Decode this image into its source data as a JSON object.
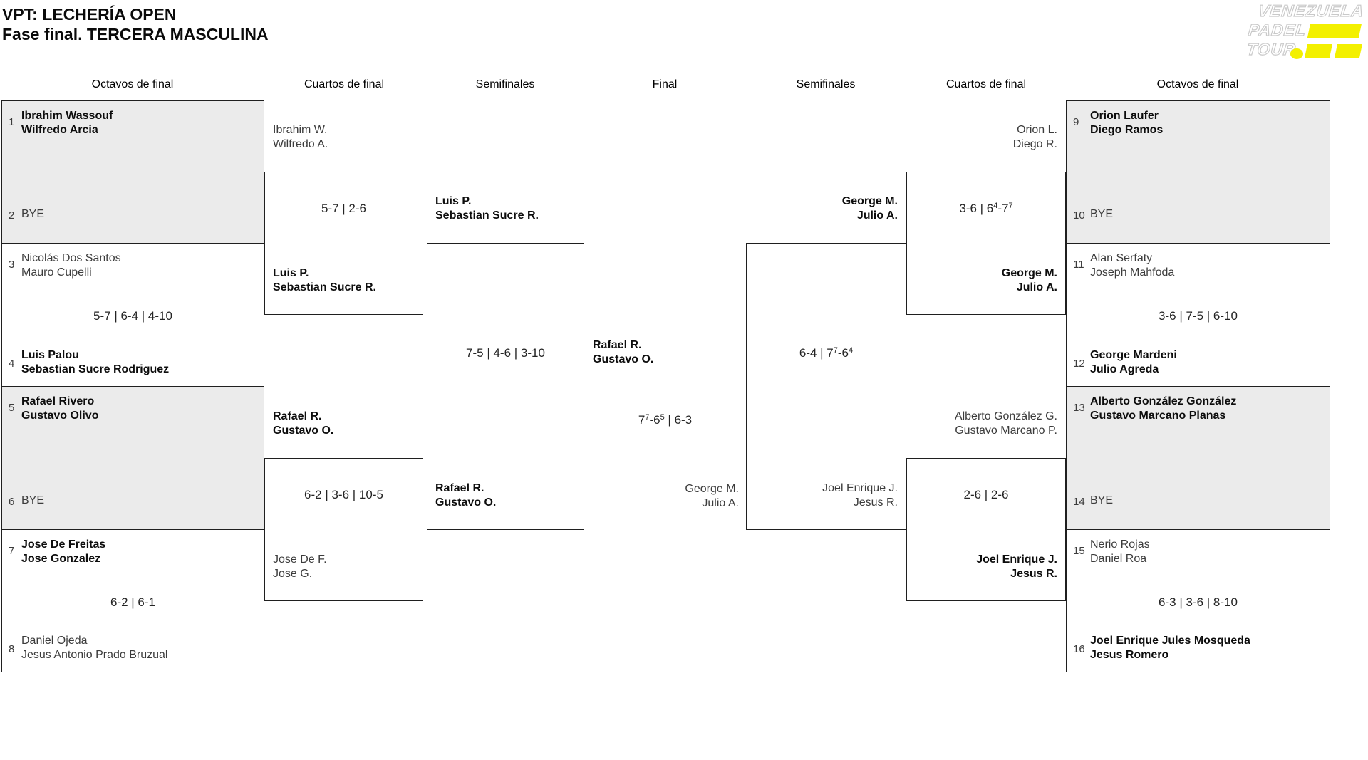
{
  "header": {
    "title_line1": "VPT: LECHERÍA OPEN",
    "title_line2": "Fase final. TERCERA MASCULINA"
  },
  "logo": {
    "line1": "VENEZUELA",
    "line2": "PADEL",
    "line3": "TOUR",
    "accent_color": "#f3f000"
  },
  "columns": [
    "Octavos de final",
    "Cuartos de final",
    "Semifinales",
    "Final",
    "Semifinales",
    "Cuartos de final",
    "Octavos de final"
  ],
  "bracket": {
    "r16_left": [
      {
        "seed_top": "1",
        "team_top": [
          "Ibrahim Wassouf",
          "Wilfredo Arcia"
        ],
        "score": "",
        "seed_bottom": "2",
        "team_bottom": [
          "BYE"
        ]
      },
      {
        "seed_top": "3",
        "team_top": [
          "Nicolás Dos Santos",
          "Mauro Cupelli"
        ],
        "score": "5-7 | 6-4 | 4-10",
        "seed_bottom": "4",
        "team_bottom": [
          "Luis Palou",
          "Sebastian Sucre Rodriguez"
        ]
      },
      {
        "seed_top": "5",
        "team_top": [
          "Rafael Rivero",
          "Gustavo Olivo"
        ],
        "score": "",
        "seed_bottom": "6",
        "team_bottom": [
          "BYE"
        ]
      },
      {
        "seed_top": "7",
        "team_top": [
          "Jose De Freitas",
          "Jose Gonzalez"
        ],
        "score": "6-2 | 6-1",
        "seed_bottom": "8",
        "team_bottom": [
          "Daniel Ojeda",
          "Jesus Antonio Prado Bruzual"
        ]
      }
    ],
    "r16_right": [
      {
        "seed_top": "9",
        "team_top": [
          "Orion Laufer",
          "Diego Ramos"
        ],
        "score": "",
        "seed_bottom": "10",
        "team_bottom": [
          "BYE"
        ]
      },
      {
        "seed_top": "11",
        "team_top": [
          "Alan Serfaty",
          "Joseph Mahfoda"
        ],
        "score": "3-6 | 7-5 | 6-10",
        "seed_bottom": "12",
        "team_bottom": [
          "George Mardeni",
          "Julio Agreda"
        ]
      },
      {
        "seed_top": "13",
        "team_top": [
          "Alberto González González",
          "Gustavo Marcano Planas"
        ],
        "score": "",
        "seed_bottom": "14",
        "team_bottom": [
          "BYE"
        ]
      },
      {
        "seed_top": "15",
        "team_top": [
          "Nerio Rojas",
          "Daniel Roa"
        ],
        "score": "6-3 | 3-6 | 8-10",
        "seed_bottom": "16",
        "team_bottom": [
          "Joel Enrique Jules Mosqueda",
          "Jesus Romero"
        ]
      }
    ],
    "qf_left": [
      {
        "team_top": [
          "Ibrahim W.",
          "Wilfredo A."
        ],
        "score": "5-7 | 2-6",
        "team_bottom": [
          "Luis P.",
          "Sebastian Sucre R."
        ]
      },
      {
        "team_top": [
          "Rafael R.",
          "Gustavo O."
        ],
        "score": "6-2 | 3-6 | 10-5",
        "team_bottom": [
          "Jose De F.",
          "Jose G."
        ]
      }
    ],
    "qf_right": [
      {
        "team_top": [
          "Orion L.",
          "Diego R."
        ],
        "score": "3-6 | 6^4-7^7",
        "team_bottom": [
          "George M.",
          "Julio A."
        ]
      },
      {
        "team_top": [
          "Alberto González G.",
          "Gustavo Marcano P."
        ],
        "score": "2-6 | 2-6",
        "team_bottom": [
          "Joel Enrique J.",
          "Jesus R."
        ]
      }
    ],
    "sf_left": {
      "team_top": [
        "Luis P.",
        "Sebastian Sucre R."
      ],
      "score": "7-5 | 4-6 | 3-10",
      "team_bottom": [
        "Rafael R.",
        "Gustavo O."
      ]
    },
    "sf_right": {
      "team_top": [
        "George M.",
        "Julio A."
      ],
      "score": "6-4 | 7^7-6^4",
      "team_bottom": [
        "Joel Enrique J.",
        "Jesus R."
      ]
    },
    "final": {
      "team_left": [
        "Rafael R.",
        "Gustavo O."
      ],
      "score": "7^7-6^5 | 6-3",
      "team_right": [
        "George M.",
        "Julio A."
      ]
    }
  }
}
